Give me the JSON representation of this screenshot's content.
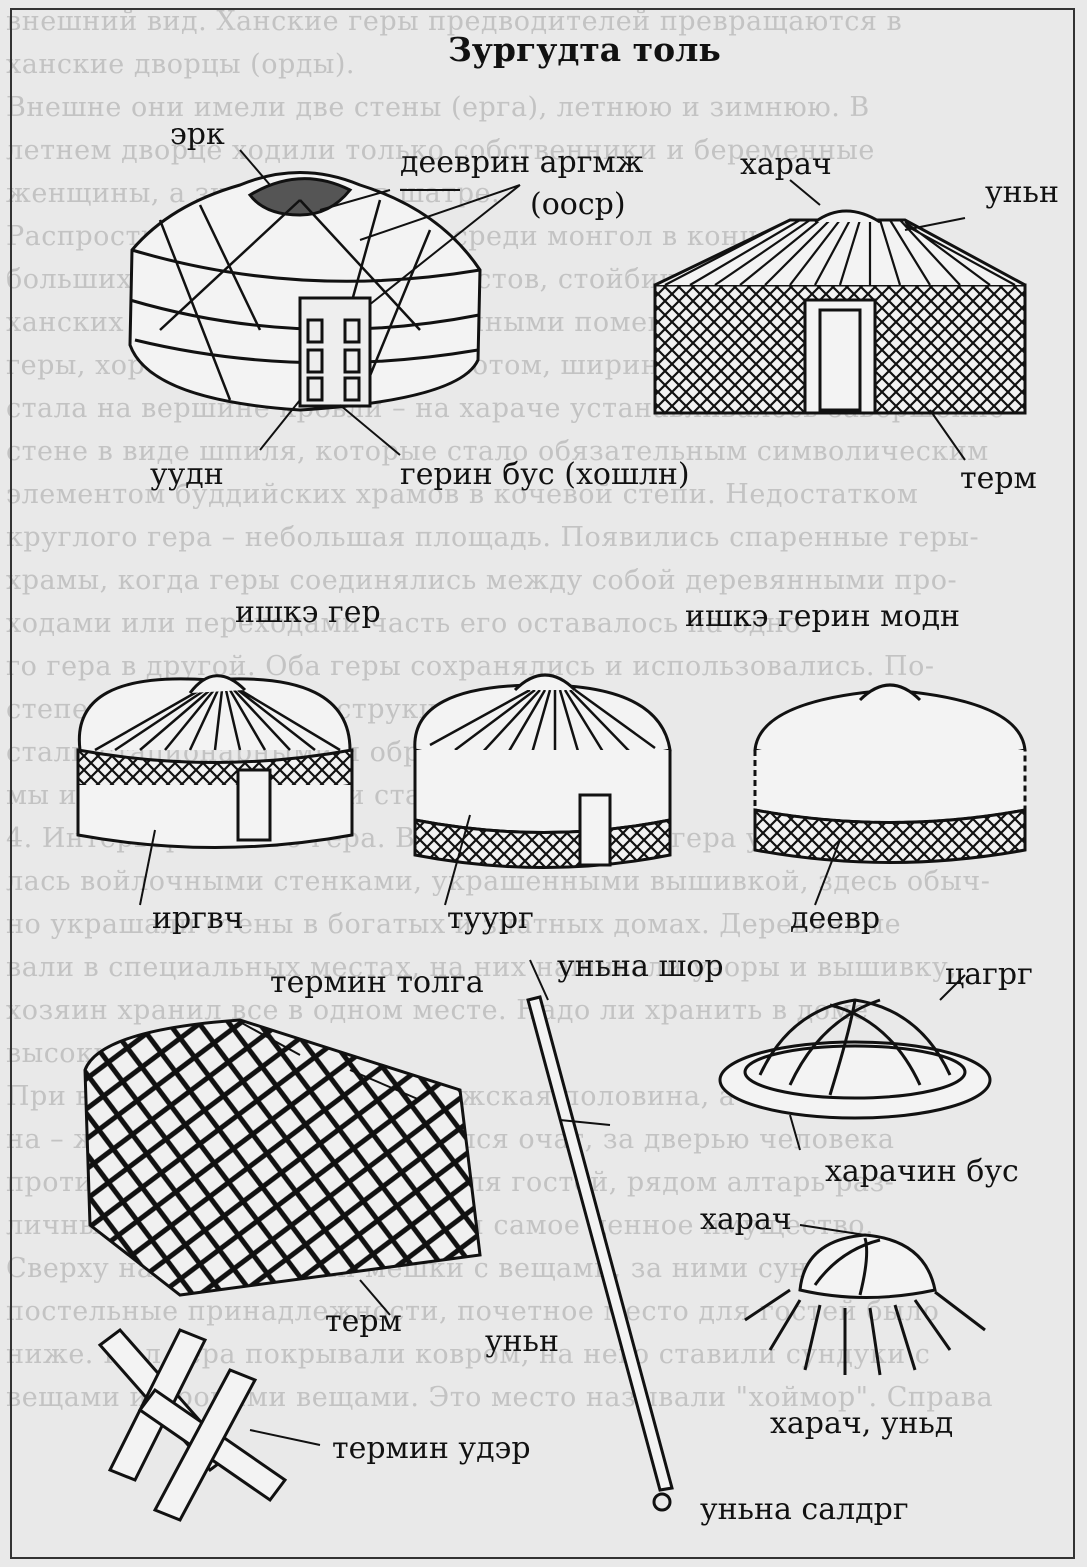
{
  "title": "Зургудта толь",
  "background_lines": [
    "внешний вид. Ханские геры предводителей превращаются в",
    "ханские дворцы (орды).",
    "Внешне они имели две стены (ерга), летнюю и зимнюю. В",
    "летнем дворце ходили только собственники и беременные",
    "женщины, а зимой геры в шатре.",
    "Распространение шаманизма среди монгол в конце XIII ст.",
    "больших дворцов, храмов буддистов, стойбищ и переносных",
    "ханских храмов-гер с пристроенными помещениями, жилые",
    "геры, хорошо сделанных гер. Потом, ширина стен геры жилья",
    "стала на вершине кровли – на хараче устанавливалось завершение",
    "стене в виде шпиля, которые стало обязательным символическим",
    "элементом буддийских храмов в кочевой степи. Недостатком",
    "круглого гера – небольшая площадь. Появились спаренные геры-",
    "храмы, когда геры соединялись между собой деревянными про-",
    "ходами или переходами часть его оставалось на одно-",
    "го гера в другой. Оба геры сохранялись и использовались. По-",
    "степенно кочевые конструкции храмов",
    "стали стационарными и обрели черты",
    "мы и со временем стали стационарными.",
    "4. Интерьер жилого гера. Внутренняя часть гера украша-",
    "лась войлочными стенками, украшенными вышивкой, здесь обыч-",
    "но украшали стены в богатых и знатных домах. Деревянные",
    "вали в специальных местах, на них нашивали узоры и вышивку,",
    "хозяин хранил все в одном месте. Надо ли хранить в доме",
    "высокие храмы.",
    "При входе в гер слева была мужская половина, а справа",
    "на – женская, в центре находился очаг, за дверью человека",
    "против входа почетное место для гостей, рядом алтарь раз-",
    "личных божеств. В нем хранили самое ценное имущество.",
    "Сверху на него ставили мешки с вещами, за ними сундук и",
    "постельные принадлежности, почетное место для гостей было",
    "ниже. Пол гера покрывали ковром, на него ставили сундуки с",
    "вещами и прочими вещами. Это место называли \"хоймор\". Справа"
  ],
  "labels": {
    "erk": "эрк",
    "deevrin_argmzh": "дееврин аргмж",
    "oosr": "(ооср)",
    "kharach_top": "харач",
    "unyn_top": "уньн",
    "uudn": "уудн",
    "gerin_bus": "герин бус (хошлн)",
    "term_top": "терм",
    "ishke_ger": "ишкэ гер",
    "ishke_gerin_modn": "ишкэ герин модн",
    "irgvch": "иргвч",
    "tuurg": "туург",
    "deevr": "деевр",
    "termin_tolga": "термин толга",
    "unyna_shor": "уньна шор",
    "tsagrg": "цагрг",
    "kharachin_bus": "харачин бус",
    "kharach_mid": "харач",
    "term_bottom": "терм",
    "unyn_bottom": "уньн",
    "kharach_unyd": "харач, уньд",
    "termin_uder": "термин удэр",
    "unyna_saldrg": "уньна салдрг"
  }
}
